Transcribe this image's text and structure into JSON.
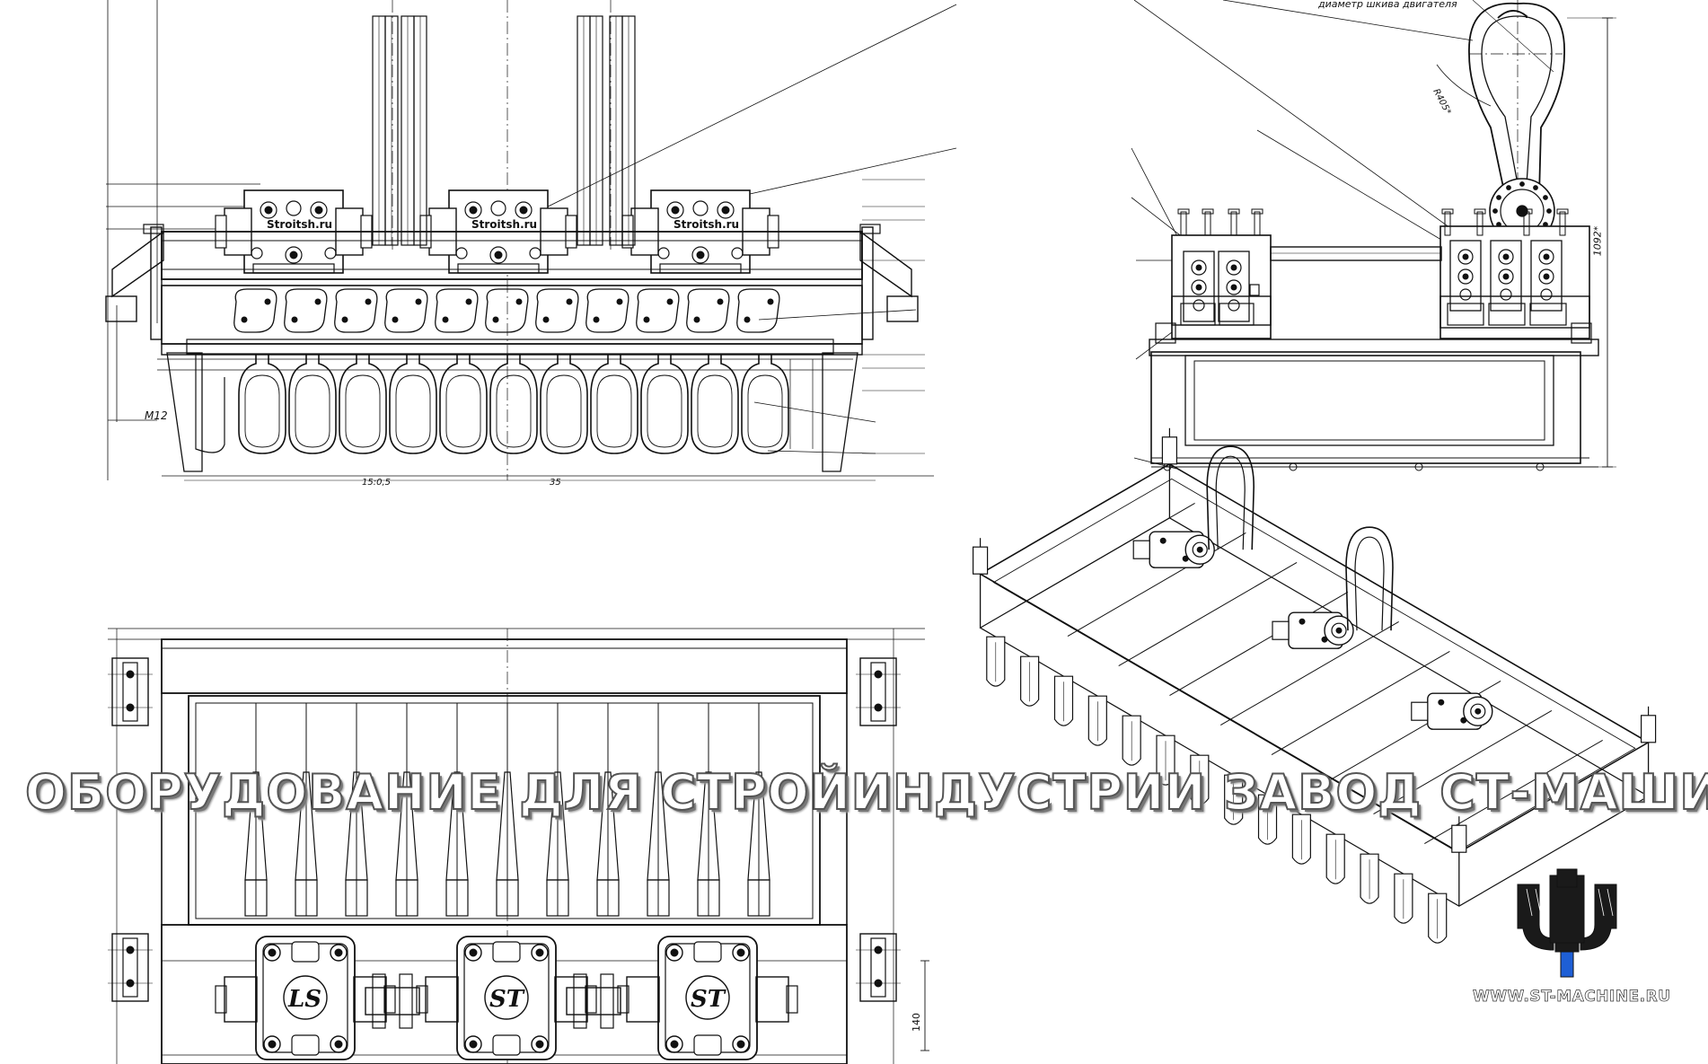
{
  "watermark": {
    "banner": "ОБОРУДОВАНИЕ ДЛЯ СТРОЙИНДУСТРИИ   ЗАВОД СТ-МАШИН",
    "website": "WWW.ST-MACHINE.RU",
    "logo_icon": "st-machine-logo-icon",
    "colors": {
      "logo_dark": "#1a1a1a",
      "logo_accent": "#1e5fd6"
    }
  },
  "front_view": {
    "stamp": "Stroitsh.ru",
    "dimension_bolt": "M12",
    "dimension_bottom_left": "15:0,5",
    "dimension_bottom_mid": "35"
  },
  "side_view": {
    "pulley_note": "диаметр шкива двигателя",
    "radius_label": "R405*",
    "height_label": "1092*"
  },
  "plan_view": {
    "gearbox_marks": [
      "LS",
      "ST",
      "ST"
    ],
    "dimension_right": "140"
  }
}
